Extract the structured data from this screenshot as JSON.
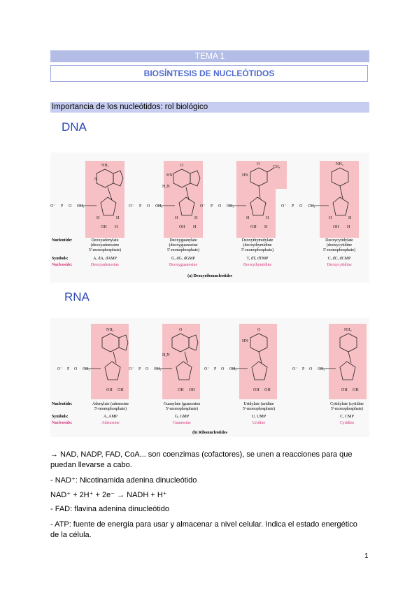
{
  "header": {
    "tema": "TEMA 1",
    "title": "BIOSÍNTESIS DE NUCLEÓTIDOS"
  },
  "section": {
    "title": "Importancia de los nucleótidos: rol biológico"
  },
  "dna": {
    "heading": "DNA",
    "row_labels": {
      "nucleotide": "Nucleotide:",
      "symbols": "Symbols:",
      "nucleoside": "Nucleoside:"
    },
    "caption": "(a) Deoxyribonucleotides",
    "items": [
      {
        "nucleotide_1": "Deoxyadenylate",
        "nucleotide_2": "(deoxyadenosine",
        "nucleotide_3": "5'-monophosphate)",
        "symbols": "A, dA, dAMP",
        "nucleoside": "Deoxyadenosine"
      },
      {
        "nucleotide_1": "Deoxyguanylate",
        "nucleotide_2": "(deoxyguanosine",
        "nucleotide_3": "5'-monophosphate)",
        "symbols": "G, dG, dGMP",
        "nucleoside": "Deoxyguanosine"
      },
      {
        "nucleotide_1": "Deoxythymidylate",
        "nucleotide_2": "(deoxythymidine",
        "nucleotide_3": "5'-monophosphate)",
        "symbols": "T, dT, dTMP",
        "nucleoside": "Deoxythymidine"
      },
      {
        "nucleotide_1": "Deoxycytidylate",
        "nucleotide_2": "(deoxycytidine",
        "nucleotide_3": "5'-monophosphate)",
        "symbols": "C, dC, dCMP",
        "nucleoside": "Deoxycytidine"
      }
    ]
  },
  "rna": {
    "heading": "RNA",
    "row_labels": {
      "nucleotide": "Nucleotide:",
      "symbols": "Symbols:",
      "nucleoside": "Nucleoside:"
    },
    "caption": "(b) Ribonucleotides",
    "items": [
      {
        "nucleotide_1": "Adenylate (adenosine",
        "nucleotide_2": "5'-monophosphate)",
        "symbols": "A, AMP",
        "nucleoside": "Adenosine"
      },
      {
        "nucleotide_1": "Guanylate (guanosine",
        "nucleotide_2": "5'-monophosphate)",
        "symbols": "G, GMP",
        "nucleoside": "Guanosine"
      },
      {
        "nucleotide_1": "Uridylate (uridine",
        "nucleotide_2": "5'-monophosphate)",
        "symbols": "U, UMP",
        "nucleoside": "Uridine"
      },
      {
        "nucleotide_1": "Cytidylate (cytidine",
        "nucleotide_2": "5'-monophosphate)",
        "symbols": "C, CMP",
        "nucleoside": "Cytidine"
      }
    ]
  },
  "chem": {
    "p": "P",
    "o": "O",
    "o_minus": "O⁻",
    "ch2": "CH₂",
    "h": "H",
    "oh": "OH",
    "nh2": "NH₂",
    "h2n": "H₂N",
    "n": "N",
    "hn": "HN",
    "ch3": "CH₃"
  },
  "body": {
    "line1": "→ NAD, NADP, FAD, CoA... son coenzimas (cofactores), se unen a reacciones para que",
    "line2": "puedan llevarse a cabo.",
    "line3": "- NAD⁺: Nicotinamida adenina dinucleótido",
    "line4": "NAD⁺ + 2H⁺ + 2e⁻ → NADH + H⁺",
    "line5": "- FAD: flavina adenina dinucleótido",
    "line6": "- ATP: fuente de energía para usar y almacenar a nivel celular. Indica el estado energético",
    "line7": "de la célula."
  },
  "footer": {
    "page_number": "1"
  },
  "colors": {
    "highlight": "#f7c0c5",
    "nucleoside": "#d6327a",
    "heading": "#2e49b7",
    "tema_bar": "#b4bde6"
  }
}
